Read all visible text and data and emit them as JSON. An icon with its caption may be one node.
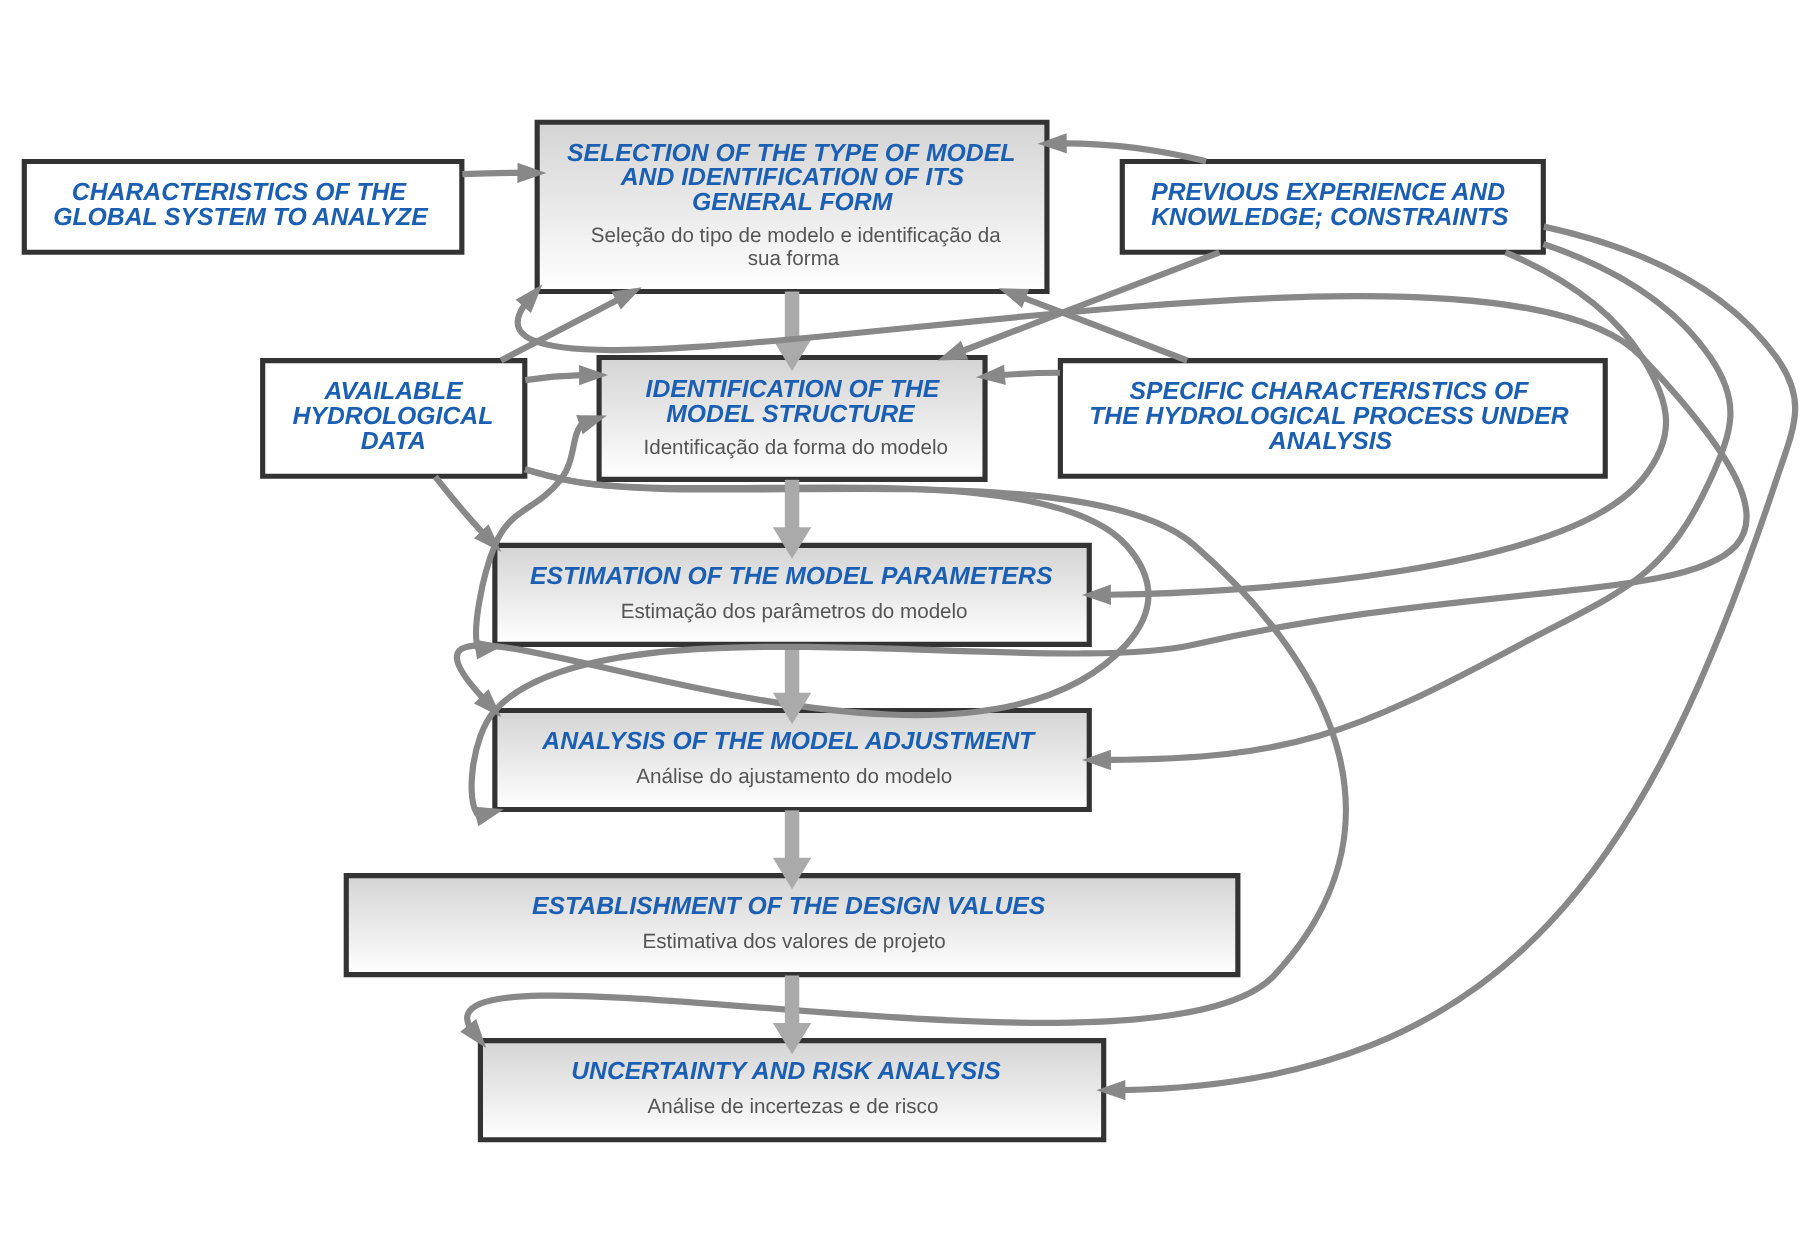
{
  "diagram": {
    "nodes": [
      {
        "text": [
          "CHARACTERISTICS OF THE GLOBAL SYSTEM TO ANALYZE"
        ]
      },
      {
        "text": [
          "SELECTION OF THE TYPE OF MODEL AND IDENTIFICATION OF ITS GENERAL FORM",
          "Seleção do tipo de modelo e identificação da sua forma"
        ]
      },
      {
        "text": [
          "PREVIOUS EXPERIENCE AND KNOWLEDGE; CONSTRAINTS"
        ]
      },
      {
        "text": [
          "AVAILABLE HYDROLOGICAL DATA"
        ]
      },
      {
        "text": [
          "IDENTIFICATION OF THE MODEL STRUCTURE",
          "Identificação da forma do modelo"
        ]
      },
      {
        "text": [
          "SPECIFIC CHARACTERISTICS OF THE HYDROLOGICAL PROCESS UNDER ANALYSIS"
        ]
      },
      {
        "text": [
          "ESTIMATION OF THE MODEL PARAMETERS",
          "Estimação dos parâmetros do modelo"
        ]
      },
      {
        "text": [
          "ANALYSIS OF THE MODEL ADJUSTMENT",
          "Análise do ajustamento do modelo"
        ]
      },
      {
        "text": [
          "ESTABLISHMENT OF THE DESIGN VALUES",
          "Estimativa dos valores de projeto"
        ]
      },
      {
        "text": [
          "UNCERTAINTY AND RISK ANALYSIS",
          "Análise de incertezas e de risco"
        ]
      }
    ],
    "edges": [
      {
        "from": 0,
        "to": 1,
        "arrow": "to"
      },
      {
        "from": 2,
        "to": 1,
        "arrow": "to"
      },
      {
        "from": 1,
        "to": 4,
        "arrow": "to",
        "style": "thick"
      },
      {
        "from": 4,
        "to": 6,
        "arrow": "to",
        "style": "thick"
      },
      {
        "from": 6,
        "to": 7,
        "arrow": "to",
        "style": "thick"
      },
      {
        "from": 7,
        "to": 8,
        "arrow": "to",
        "style": "thick"
      },
      {
        "from": 8,
        "to": 9,
        "arrow": "to",
        "style": "thick"
      },
      {
        "from": 3,
        "to": 1,
        "arrow": "to"
      },
      {
        "from": 3,
        "to": 4,
        "arrow": "to"
      },
      {
        "from": 3,
        "to": 6,
        "arrow": "to"
      },
      {
        "from": 3,
        "to": 7,
        "arrow": "to"
      },
      {
        "from": 3,
        "to": 9,
        "arrow": "to"
      },
      {
        "from": 5,
        "to": 1,
        "arrow": "to"
      },
      {
        "from": 5,
        "to": 4,
        "arrow": "to"
      },
      {
        "from": 2,
        "to": 4,
        "arrow": "to"
      },
      {
        "from": 2,
        "to": 6,
        "arrow": "to"
      },
      {
        "from": 2,
        "to": 7,
        "arrow": "to"
      },
      {
        "from": 2,
        "to": 9,
        "arrow": "to"
      },
      {
        "from": 6,
        "to": 4,
        "arrow": "both"
      },
      {
        "from": 7,
        "to": 1,
        "arrow": "both"
      }
    ]
  }
}
